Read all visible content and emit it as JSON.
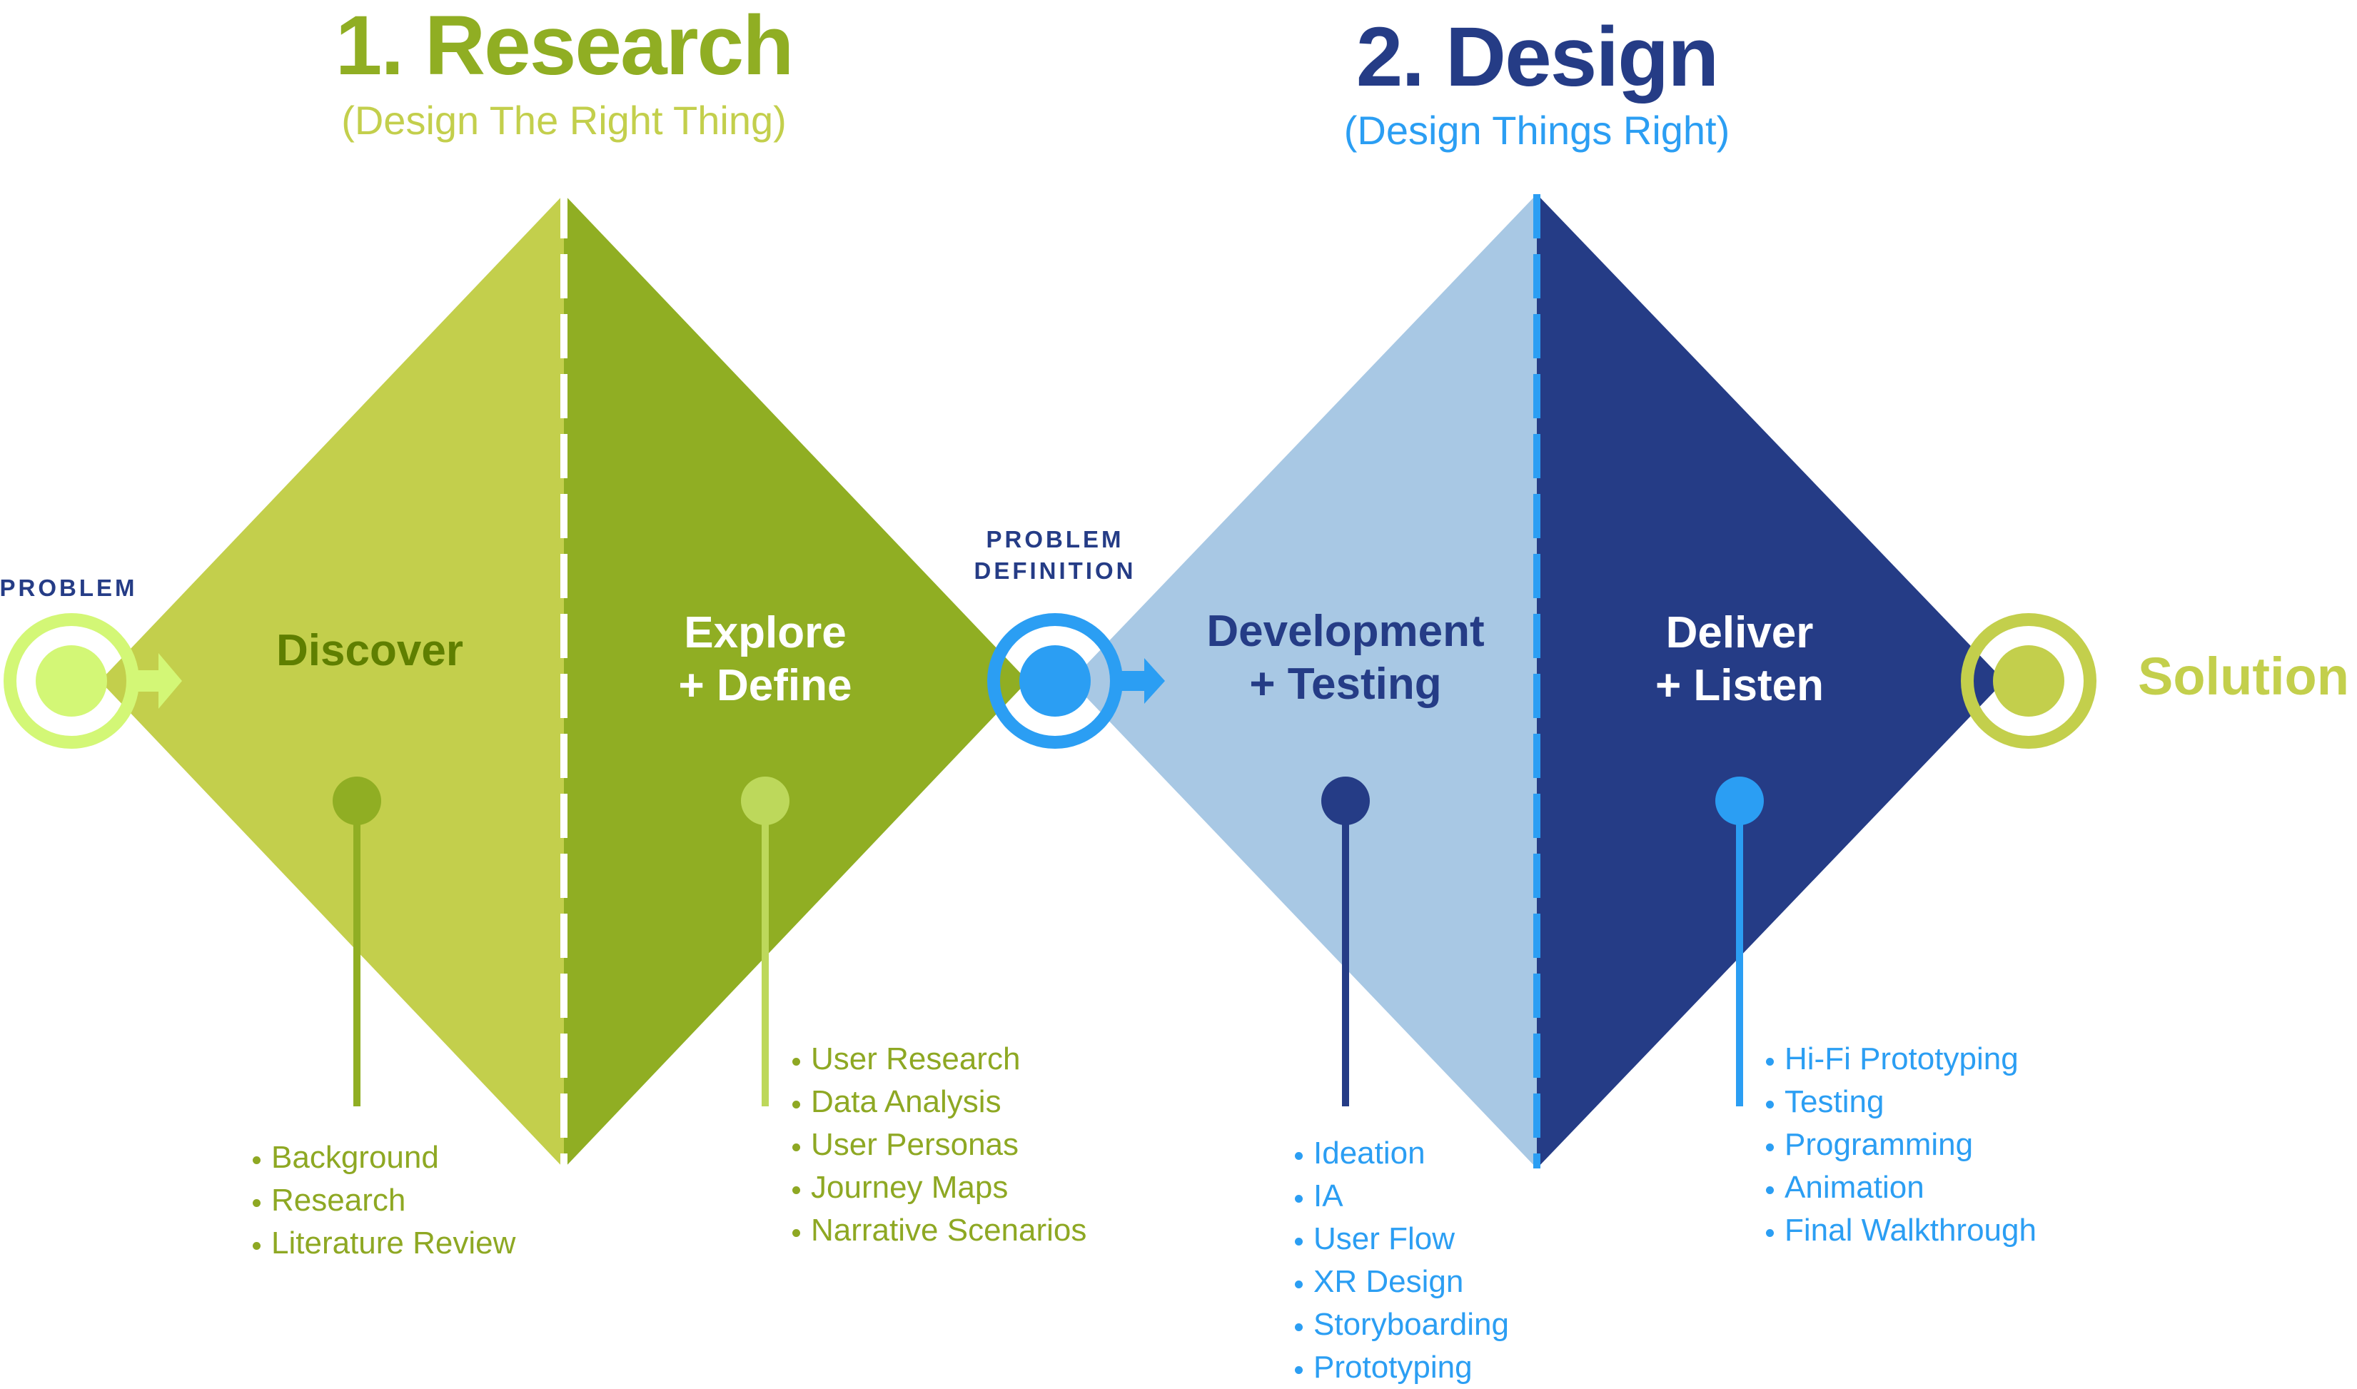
{
  "phases": [
    {
      "title": "1. Research",
      "subtitle": "(Design The Right Thing)"
    },
    {
      "title": "2. Design",
      "subtitle": "(Design Things Right)"
    }
  ],
  "stages": [
    {
      "label_line1": "Discover",
      "label_line2": "",
      "items": [
        "Background",
        "Research",
        "Literature Review"
      ]
    },
    {
      "label_line1": "Explore",
      "label_line2": "+ Define",
      "items": [
        "User Research",
        "Data Analysis",
        "User Personas",
        "Journey Maps",
        "Narrative Scenarios"
      ]
    },
    {
      "label_line1": "Development",
      "label_line2": "+ Testing",
      "items": [
        "Ideation",
        "IA",
        "User Flow",
        "XR Design",
        "Storyboarding",
        "Prototyping"
      ]
    },
    {
      "label_line1": "Deliver",
      "label_line2": "+ Listen",
      "items": [
        "Hi-Fi Prototyping",
        "Testing",
        "Programming",
        "Animation",
        "Final Walkthrough"
      ]
    }
  ],
  "markers": {
    "problem": {
      "label": "PROBLEM"
    },
    "problem_definition": {
      "line1": "PROBLEM",
      "line2": "DEFINITION"
    },
    "solution": {
      "label": "Solution"
    }
  },
  "colors": {
    "research_title": "#90ae23",
    "research_subtitle": "#c3cf4c",
    "design_title": "#253c86",
    "design_subtitle": "#2b9ef3",
    "discover_fill": "#c3cf4c",
    "explore_fill": "#90ae23",
    "development_fill": "#a8c8e4",
    "deliver_fill": "#253c86",
    "problem_marker": "#d3f776",
    "definition_marker": "#2b9ef3",
    "solution_marker": "#c3cf4c"
  }
}
